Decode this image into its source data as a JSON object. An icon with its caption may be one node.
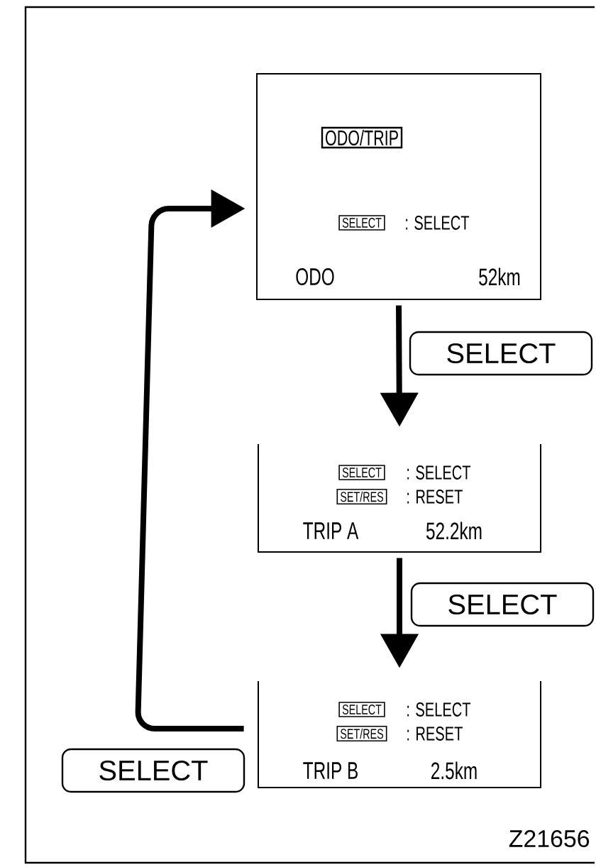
{
  "diagram": {
    "nodes": [
      {
        "text": [
          ": SELECT",
          "ODO",
          "52km"
        ]
      },
      {
        "text": [
          "ODO/TRIP"
        ],
        "in": 0
      },
      {
        "text": [
          "SELECT"
        ],
        "in": 0
      },
      {
        "text": [
          ": SELECT",
          ": RESET",
          "TRIP A",
          "52.2km"
        ]
      },
      {
        "text": [
          "SELECT"
        ],
        "in": 3
      },
      {
        "text": [
          "SET/RES"
        ],
        "in": 3
      },
      {
        "text": [
          ": SELECT",
          ": RESET",
          "TRIP B",
          "2.5km"
        ]
      },
      {
        "text": [
          "SELECT"
        ],
        "in": 6
      },
      {
        "text": [
          "SET/RES"
        ],
        "in": 6
      }
    ],
    "edges": [
      {
        "from": 0,
        "to": 3,
        "arrow": "to",
        "label": "SELECT"
      },
      {
        "from": 3,
        "to": 6,
        "arrow": "to",
        "label": "SELECT"
      },
      {
        "from": 6,
        "to": 0,
        "arrow": "to",
        "label": "SELECT"
      }
    ],
    "labels": [
      "Z21656"
    ]
  }
}
